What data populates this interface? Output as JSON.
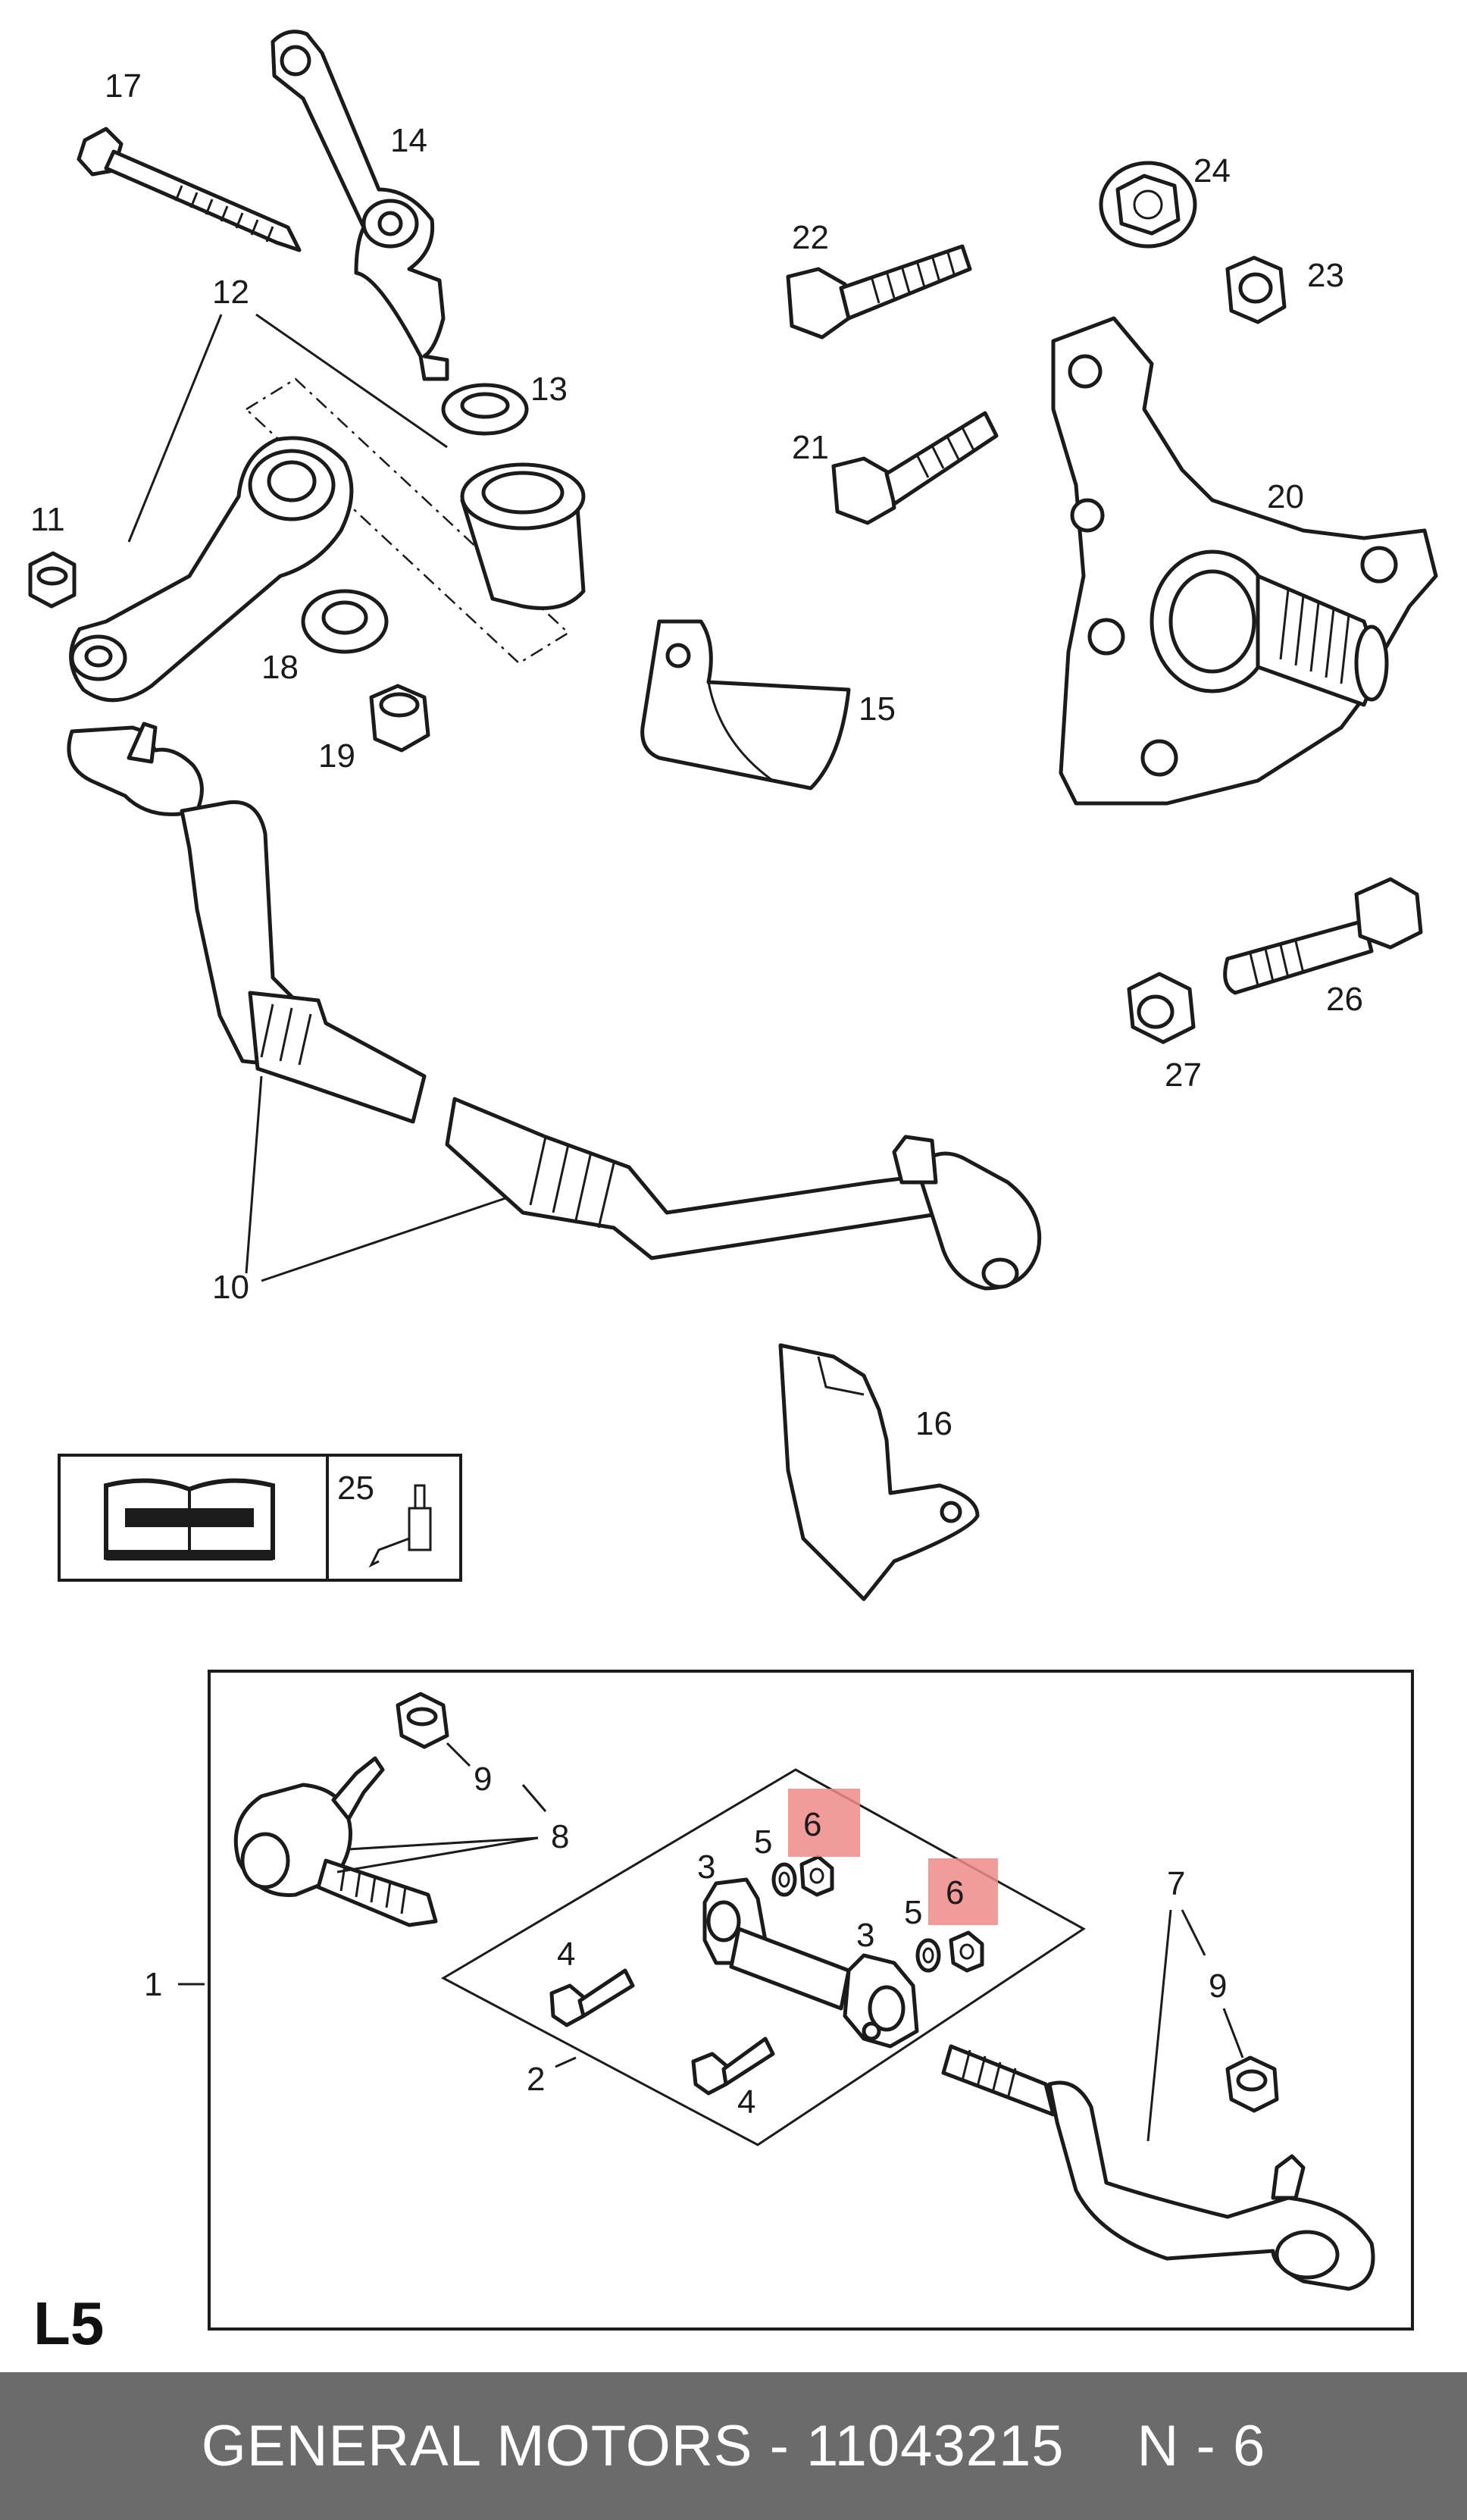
{
  "diagram": {
    "callouts": {
      "c1": "1",
      "c2": "2",
      "c3a": "3",
      "c3b": "3",
      "c4a": "4",
      "c4b": "4",
      "c5a": "5",
      "c5b": "5",
      "c6a": "6",
      "c6b": "6",
      "c7": "7",
      "c8": "8",
      "c9a": "9",
      "c9b": "9",
      "c10": "10",
      "c11": "11",
      "c12": "12",
      "c13": "13",
      "c14": "14",
      "c15": "15",
      "c16": "16",
      "c17": "17",
      "c18": "18",
      "c19": "19",
      "c20": "20",
      "c21": "21",
      "c22": "22",
      "c23": "23",
      "c24": "24",
      "c25": "25",
      "c26": "26",
      "c27": "27"
    },
    "highlighted_callout": "6",
    "highlight_color": "#f08a8a",
    "line_color": "#1b1b1b",
    "section_code": "L5"
  },
  "footer": {
    "background": "#6b6b6b",
    "brand_part": "GENERAL MOTORS - 11043215",
    "code": "N - 6"
  }
}
